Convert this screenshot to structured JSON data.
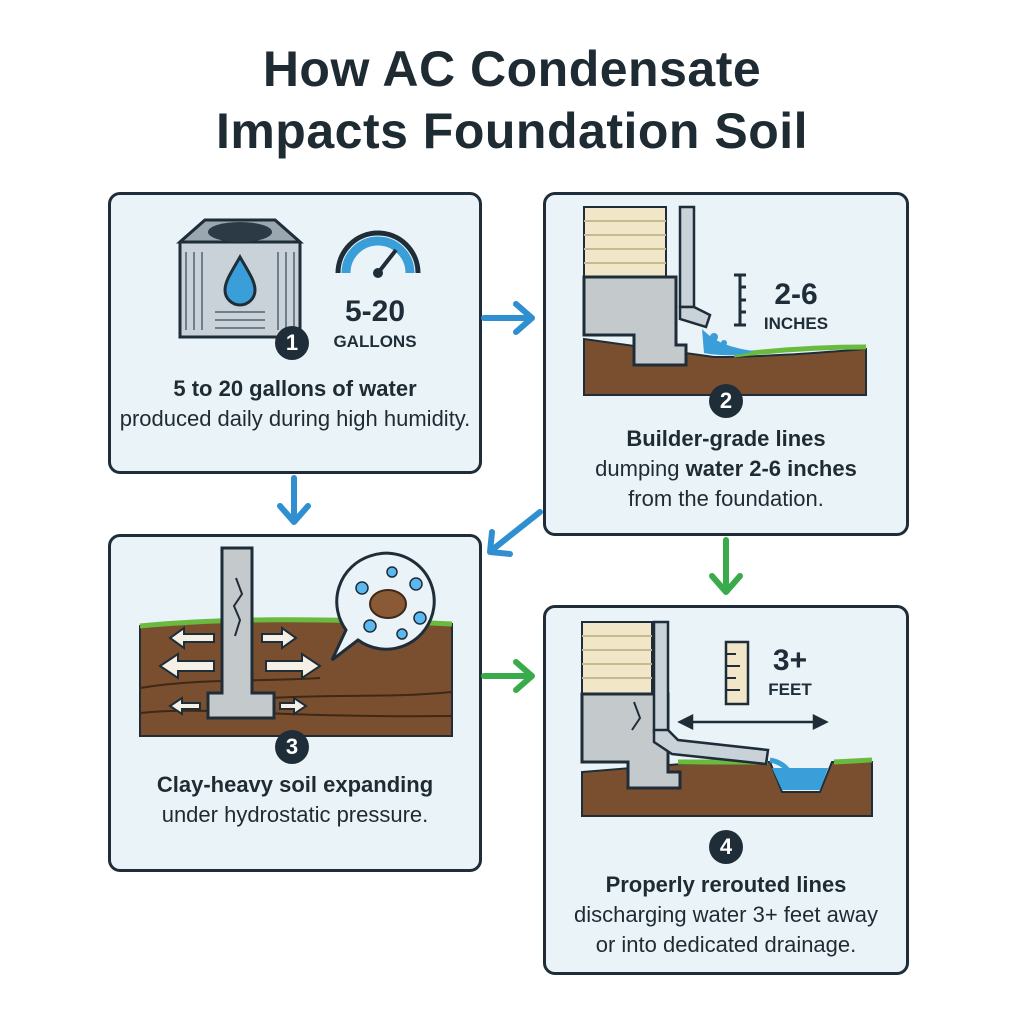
{
  "title": {
    "line1": "How AC Condensate",
    "line2": "Impacts Foundation Soil"
  },
  "colors": {
    "water": "#3a9fd9",
    "soil": "#7a4f2f",
    "grass": "#6aba3f",
    "panel": "#eaf3f8",
    "border": "#1f2d38",
    "arrow_blue": "#2f8fd0",
    "arrow_green": "#3aab4a"
  },
  "panel1": {
    "badge": "1",
    "value": "5-20",
    "unit": "GALLONS",
    "caption_bold": "5 to 20 gallons of water",
    "caption_rest": "produced daily during high humidity.",
    "icons": [
      "ac-unit-icon",
      "water-drop-icon",
      "gauge-icon"
    ]
  },
  "panel2": {
    "badge": "2",
    "value": "2-6",
    "unit": "INCHES",
    "caption_bold": "Builder-grade lines",
    "caption_mid": "dumping ",
    "caption_bold2": "water 2-6 inches",
    "caption_rest": "from the foundation.",
    "icons": [
      "siding-icon",
      "downspout-icon",
      "ruler-icon"
    ]
  },
  "panel3": {
    "badge": "3",
    "caption_bold": "Clay-heavy soil expanding",
    "caption_rest": "under hydrostatic pressure.",
    "icons": [
      "cracked-foundation-icon",
      "pressure-arrows-icon",
      "clay-molecule-icon"
    ]
  },
  "panel4": {
    "badge": "4",
    "value": "3+",
    "unit": "FEET",
    "caption_bold": "Properly rerouted lines",
    "caption_rest1": "discharging water 3+ feet away",
    "caption_rest2": "or into dedicated drainage.",
    "icons": [
      "ruler-icon",
      "extension-pipe-icon",
      "drainage-ditch-icon"
    ]
  }
}
